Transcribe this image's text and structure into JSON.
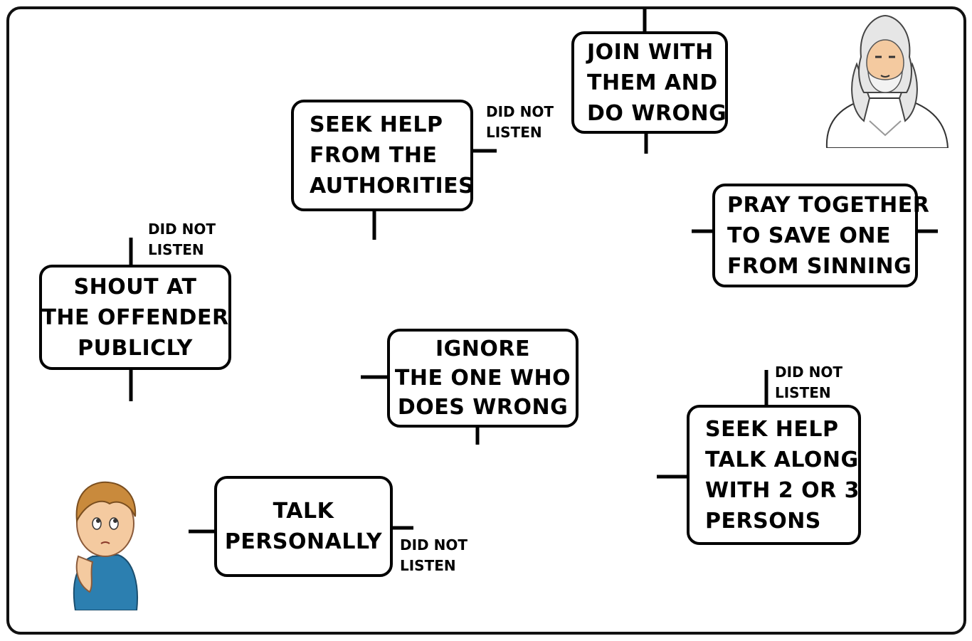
{
  "boxes": {
    "join_wrong": [
      "JOIN WITH",
      "THEM AND",
      "DO WRONG"
    ],
    "seek_authorities": [
      "SEEK HELP",
      "FROM THE",
      "AUTHORITIES"
    ],
    "pray_together": [
      "PRAY TOGETHER",
      "TO SAVE ONE",
      "FROM SINNING"
    ],
    "shout_publicly": [
      "SHOUT AT",
      "THE OFFENDER",
      "PUBLICLY"
    ],
    "ignore_wrongdoer": [
      "IGNORE",
      "THE ONE WHO",
      "DOES WRONG"
    ],
    "seek_help_persons": [
      "SEEK HELP",
      "TALK ALONG",
      "WITH 2 OR 3",
      "PERSONS"
    ],
    "talk_personally": [
      "TALK",
      "PERSONALLY"
    ]
  },
  "notes": {
    "authorities": [
      "DID NOT",
      "LISTEN"
    ],
    "shout": [
      "DID NOT",
      "LISTEN"
    ],
    "persons": [
      "DID NOT",
      "LISTEN"
    ],
    "talk": [
      "DID NOT",
      "LISTEN"
    ]
  },
  "colors": {
    "line": "#000000",
    "jesus_robe": "#ffffff",
    "jesus_hair": "#e6e6e6",
    "boy_shirt": "#2c7fb0",
    "boy_hair": "#c98a3c",
    "skin": "#f4caa0"
  },
  "icons": {
    "jesus": "jesus-figure-icon",
    "boy": "thinking-boy-icon"
  }
}
